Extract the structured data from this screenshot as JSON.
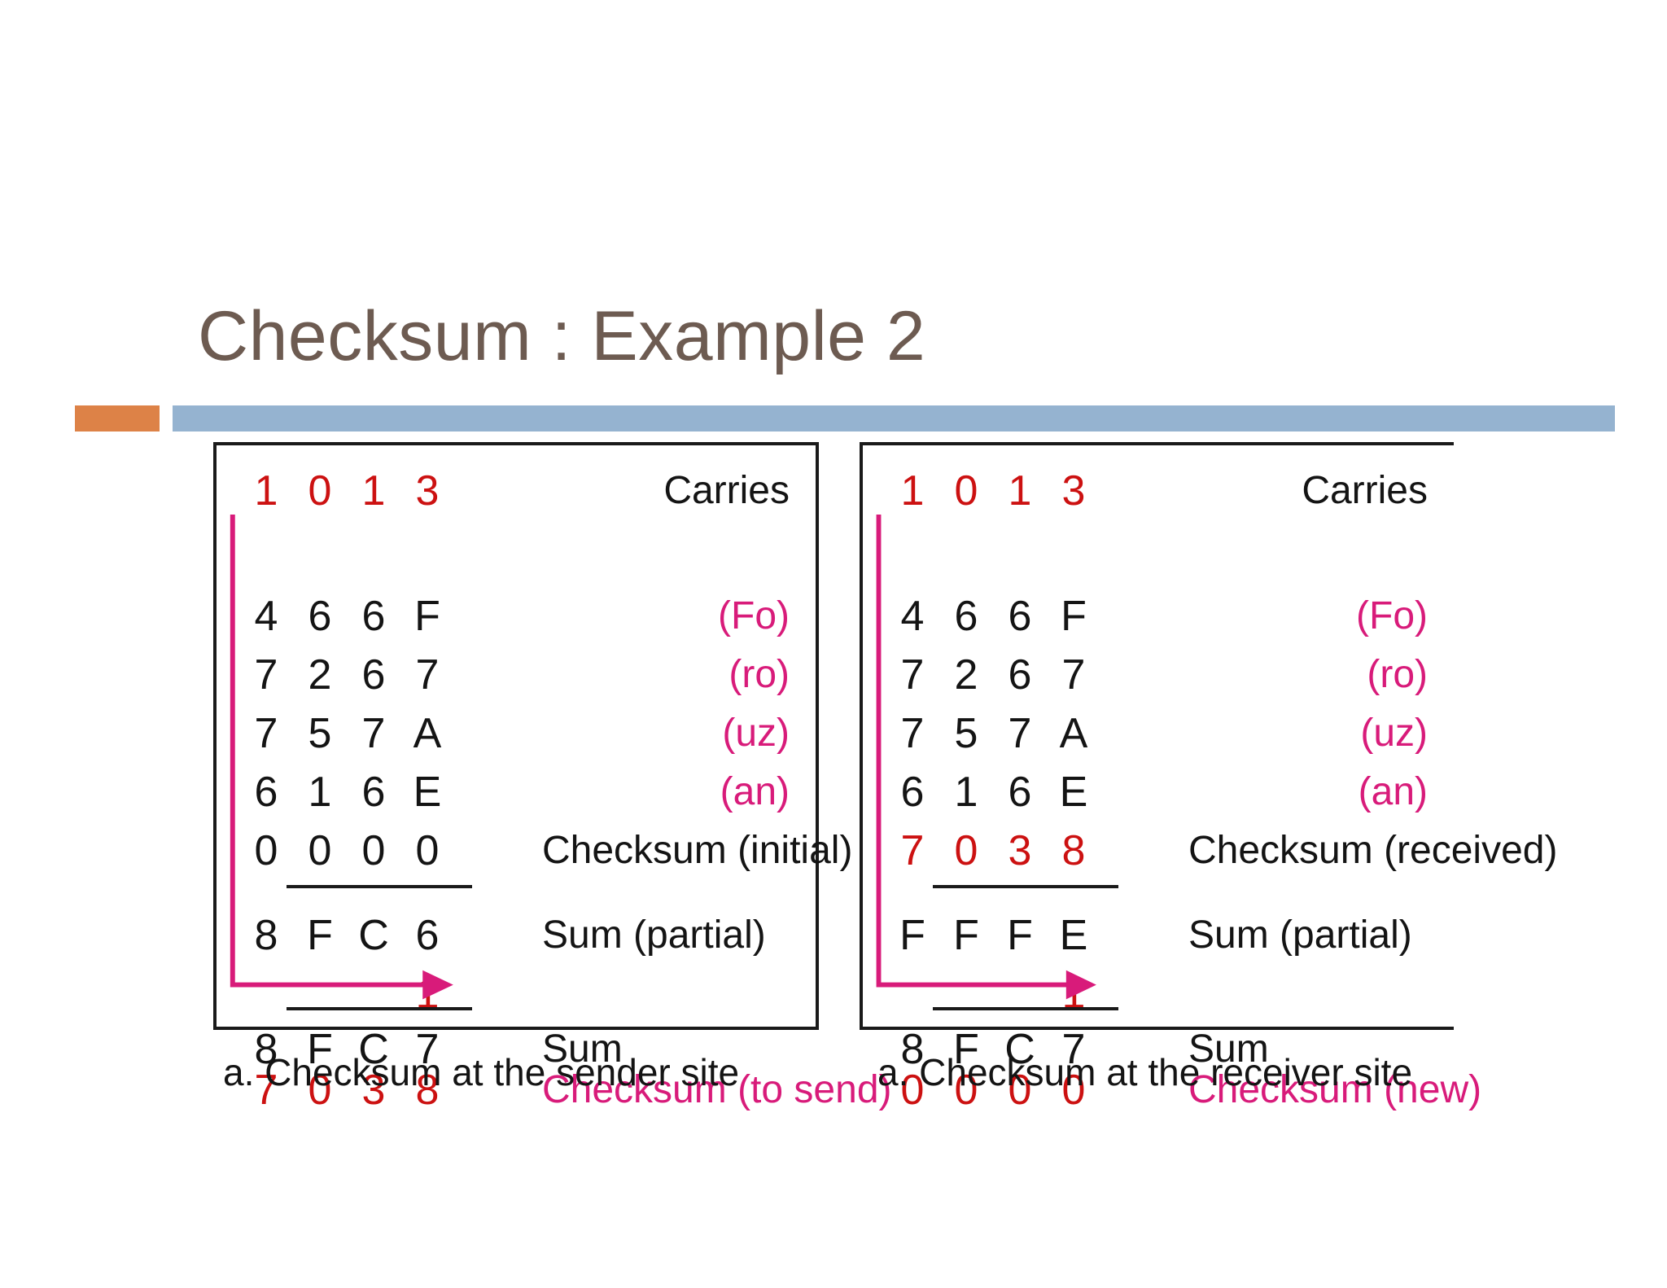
{
  "slide": {
    "title": "Checksum : Example 2",
    "title_color": "#6d5b51",
    "accent_orange": "#dd8247",
    "accent_blue": "#95b3d0",
    "red": "#cc1111",
    "magenta": "#d81b7a"
  },
  "figure": {
    "panels": [
      {
        "id": "sender",
        "caption": "a. Checksum at the sender site",
        "rows": [
          {
            "name": "carries",
            "digits": [
              "1",
              "0",
              "1",
              "3"
            ],
            "digit_color": "red",
            "label": "Carries",
            "label_color": "black",
            "label_align": "right"
          },
          {
            "name": "word-fo",
            "digits": [
              "4",
              "6",
              "6",
              "F"
            ],
            "digit_color": "black",
            "label": "(Fo)",
            "label_color": "magenta",
            "label_align": "right"
          },
          {
            "name": "word-ro",
            "digits": [
              "7",
              "2",
              "6",
              "7"
            ],
            "digit_color": "black",
            "label": "(ro)",
            "label_color": "magenta",
            "label_align": "right"
          },
          {
            "name": "word-uz",
            "digits": [
              "7",
              "5",
              "7",
              "A"
            ],
            "digit_color": "black",
            "label": "(uz)",
            "label_color": "magenta",
            "label_align": "right"
          },
          {
            "name": "word-an",
            "digits": [
              "6",
              "1",
              "6",
              "E"
            ],
            "digit_color": "black",
            "label": "(an)",
            "label_color": "magenta",
            "label_align": "right"
          },
          {
            "name": "checksum-initial",
            "digits": [
              "0",
              "0",
              "0",
              "0"
            ],
            "digit_color": "black",
            "label": "Checksum (initial)",
            "label_color": "black",
            "label_align": "left"
          },
          {
            "name": "sum-partial",
            "digits": [
              "8",
              "F",
              "C",
              "6"
            ],
            "digit_color": "black",
            "label": "Sum (partial)",
            "label_color": "black",
            "label_align": "left"
          },
          {
            "name": "wrapped-carry",
            "digits": [
              "",
              "",
              "",
              "1"
            ],
            "digit_color": "red",
            "label": "",
            "label_color": "black",
            "label_align": "left"
          },
          {
            "name": "sum-final",
            "digits": [
              "8",
              "F",
              "C",
              "7"
            ],
            "digit_color": "black",
            "label": "Sum",
            "label_color": "black",
            "label_align": "left"
          },
          {
            "name": "checksum-to-send",
            "digits": [
              "7",
              "0",
              "3",
              "8"
            ],
            "digit_color": "red",
            "label": "Checksum (to send)",
            "label_color": "magenta",
            "label_align": "left"
          }
        ]
      },
      {
        "id": "receiver",
        "caption": "a. Checksum at the receiver site",
        "rows": [
          {
            "name": "carries",
            "digits": [
              "1",
              "0",
              "1",
              "3"
            ],
            "digit_color": "red",
            "label": "Carries",
            "label_color": "black",
            "label_align": "right"
          },
          {
            "name": "word-fo",
            "digits": [
              "4",
              "6",
              "6",
              "F"
            ],
            "digit_color": "black",
            "label": "(Fo)",
            "label_color": "magenta",
            "label_align": "right"
          },
          {
            "name": "word-ro",
            "digits": [
              "7",
              "2",
              "6",
              "7"
            ],
            "digit_color": "black",
            "label": "(ro)",
            "label_color": "magenta",
            "label_align": "right"
          },
          {
            "name": "word-uz",
            "digits": [
              "7",
              "5",
              "7",
              "A"
            ],
            "digit_color": "black",
            "label": "(uz)",
            "label_color": "magenta",
            "label_align": "right"
          },
          {
            "name": "word-an",
            "digits": [
              "6",
              "1",
              "6",
              "E"
            ],
            "digit_color": "black",
            "label": "(an)",
            "label_color": "magenta",
            "label_align": "right"
          },
          {
            "name": "checksum-received",
            "digits": [
              "7",
              "0",
              "3",
              "8"
            ],
            "digit_color": "red",
            "label": "Checksum (received)",
            "label_color": "black",
            "label_align": "left"
          },
          {
            "name": "sum-partial",
            "digits": [
              "F",
              "F",
              "F",
              "E"
            ],
            "digit_color": "black",
            "label": "Sum (partial)",
            "label_color": "black",
            "label_align": "left"
          },
          {
            "name": "wrapped-carry",
            "digits": [
              "",
              "",
              "",
              "1"
            ],
            "digit_color": "red",
            "label": "",
            "label_color": "black",
            "label_align": "left"
          },
          {
            "name": "sum-final",
            "digits": [
              "8",
              "F",
              "C",
              "7"
            ],
            "digit_color": "black",
            "label": "Sum",
            "label_color": "black",
            "label_align": "left"
          },
          {
            "name": "checksum-new",
            "digits": [
              "0",
              "0",
              "0",
              "0"
            ],
            "digit_color": "red",
            "label": "Checksum (new)",
            "label_color": "magenta",
            "label_align": "left"
          }
        ]
      }
    ]
  }
}
